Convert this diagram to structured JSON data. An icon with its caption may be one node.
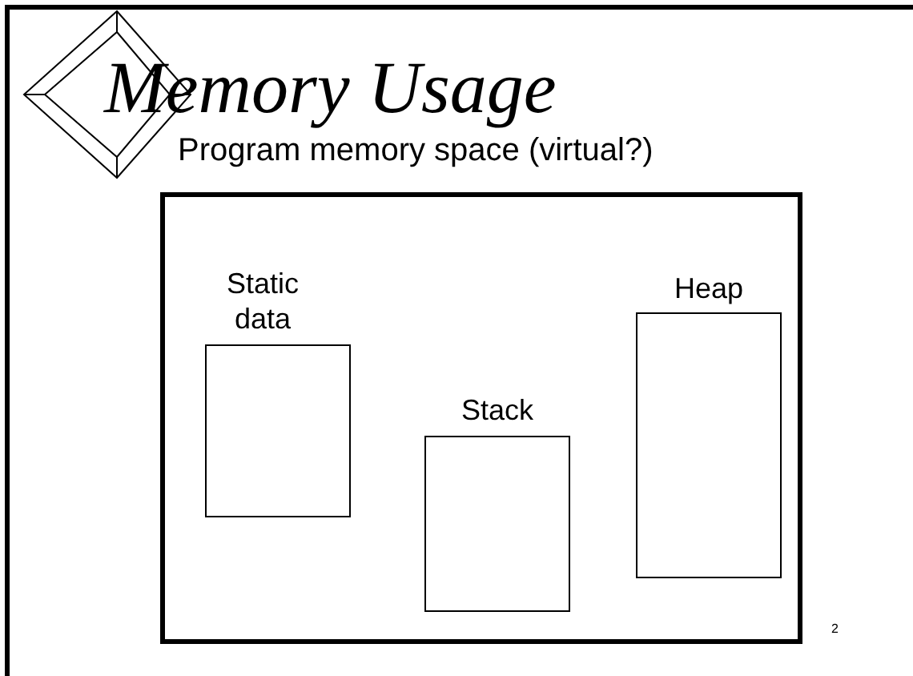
{
  "diagram": {
    "title": "Memory Usage",
    "nodes": [
      {
        "text": [
          "Program memory space (virtual?)"
        ]
      },
      {
        "text": [
          "Static data"
        ],
        "in": 0
      },
      {
        "text": [
          "Stack"
        ],
        "in": 0
      },
      {
        "text": [
          "Heap"
        ],
        "in": 0
      }
    ],
    "edges": [],
    "labels": [
      "2"
    ]
  }
}
